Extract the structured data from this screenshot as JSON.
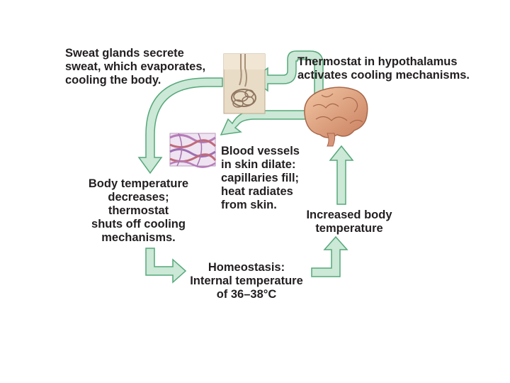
{
  "diagram": {
    "labels": {
      "sweat_glands": "Sweat glands secrete\nsweat, which evaporates,\ncooling the body.",
      "thermostat": "Thermostat in hypothalamus\nactivates cooling mechanisms.",
      "blood_vessels": "Blood vessels\nin skin dilate:\ncapillaries fill;\nheat radiates\nfrom skin.",
      "body_temp_decreases": "Body temperature\ndecreases;\nthermostat\nshuts off cooling\nmechanisms.",
      "increased_body_temp": "Increased body\ntemperature",
      "homeostasis": "Homeostasis:\nInternal temperature\nof 36–38°C"
    },
    "colors": {
      "arrow_fill": "#cce8d6",
      "arrow_stroke": "#55a87a",
      "text": "#231f20",
      "brain": "#e3a77f",
      "sweat_gland_bg": "#e9dcc6",
      "vessels": "#b67cb8"
    },
    "icons": [
      "sweat-gland-illustration",
      "blood-vessels-illustration",
      "brain-illustration"
    ]
  }
}
